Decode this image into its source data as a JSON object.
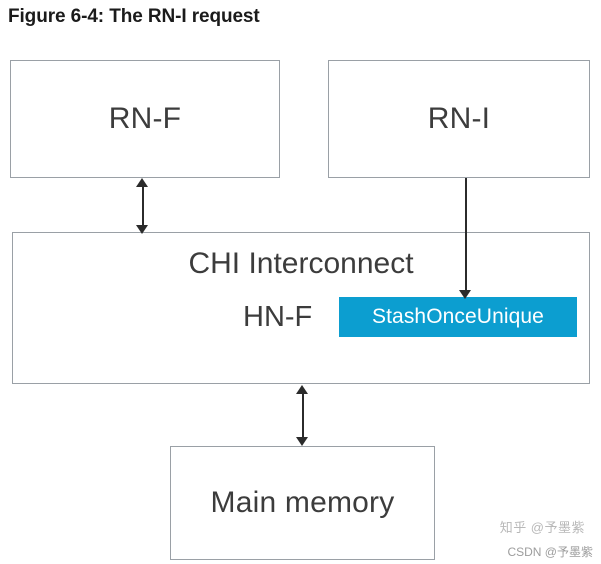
{
  "figure": {
    "title": "Figure 6-4: The RN-I request"
  },
  "diagram": {
    "nodes": [
      {
        "id": "rn-f",
        "label": "RN-F"
      },
      {
        "id": "rn-i",
        "label": "RN-I"
      },
      {
        "id": "chi-interconnect",
        "label": "CHI Interconnect"
      },
      {
        "id": "hn-f",
        "label": "HN-F"
      },
      {
        "id": "main-memory",
        "label": "Main memory"
      }
    ],
    "badge": {
      "label": "StashOnceUnique",
      "color": "#0c9ed0",
      "text_color": "#ffffff"
    },
    "connections": [
      {
        "from": "rn-f",
        "to": "chi-interconnect",
        "style": "bidirectional"
      },
      {
        "from": "rn-i",
        "to": "hn-f",
        "style": "directed"
      },
      {
        "from": "chi-interconnect",
        "to": "main-memory",
        "style": "bidirectional"
      }
    ],
    "box_border_color": "#9aa0a6",
    "text_color": "#3c3c3c"
  },
  "watermarks": {
    "zhihu": "知乎 @予墨紫",
    "csdn": "CSDN @予墨紫"
  }
}
